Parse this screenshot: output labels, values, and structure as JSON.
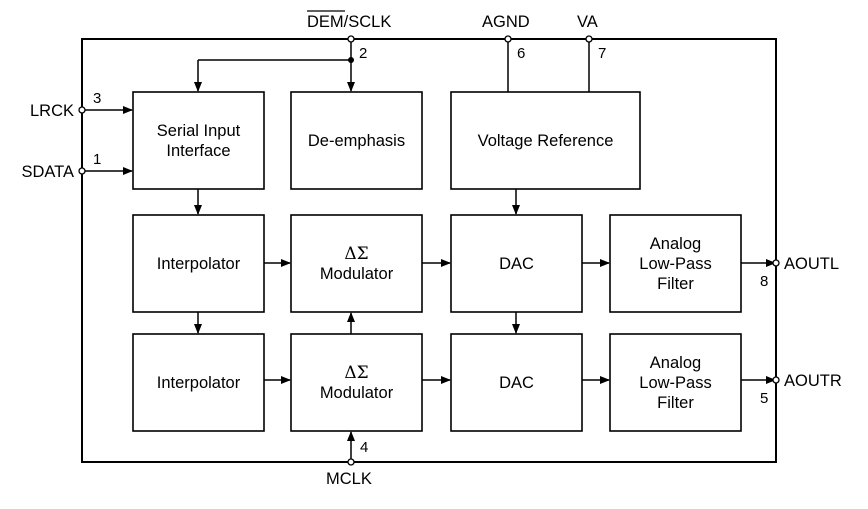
{
  "pins": {
    "dem_bar": "DEM",
    "sclk": "/SCLK",
    "sclk_num": "2",
    "agnd": "AGND",
    "agnd_num": "6",
    "va": "VA",
    "va_num": "7",
    "lrck": "LRCK",
    "lrck_num": "3",
    "sdata": "SDATA",
    "sdata_num": "1",
    "aoutl": "AOUTL",
    "aoutl_num": "8",
    "aoutr": "AOUTR",
    "aoutr_num": "5",
    "mclk": "MCLK",
    "mclk_num": "4"
  },
  "blocks": {
    "serial_input": [
      "Serial Input",
      "Interface"
    ],
    "de_emphasis": [
      "De-emphasis"
    ],
    "voltage_ref": [
      "Voltage Reference"
    ],
    "interp_left": [
      "Interpolator"
    ],
    "mod_left": [
      "ΔΣ",
      "Modulator"
    ],
    "dac_left": [
      "DAC"
    ],
    "filter_left": [
      "Analog",
      "Low-Pass",
      "Filter"
    ],
    "interp_right": [
      "Interpolator"
    ],
    "mod_right": [
      "ΔΣ",
      "Modulator"
    ],
    "dac_right": [
      "DAC"
    ],
    "filter_right": [
      "Analog",
      "Low-Pass",
      "Filter"
    ]
  }
}
